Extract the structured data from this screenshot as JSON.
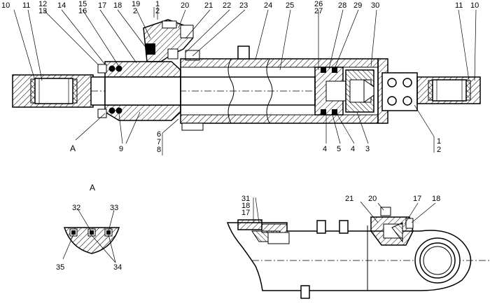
{
  "callouts": {
    "top": [
      "10",
      "11",
      "12",
      "13",
      "14",
      "15",
      "16",
      "17",
      "18",
      "19",
      "2",
      "1",
      "2",
      "20",
      "21",
      "22",
      "23",
      "24",
      "25",
      "26",
      "27",
      "28",
      "29",
      "30",
      "11",
      "10"
    ],
    "bottom_left": "A",
    "bottom_9": "9",
    "bottom_6": "6",
    "bottom_7": "7",
    "bottom_8": "8",
    "bottom_4a": "4",
    "bottom_5": "5",
    "bottom_4b": "4",
    "bottom_3": "3",
    "bottom_1": "1",
    "bottom_2": "2"
  },
  "detail_a": {
    "title": "А",
    "labels": {
      "l32": "32",
      "l33": "33",
      "l35": "35",
      "l34": "34"
    }
  },
  "detail_view": {
    "labels": {
      "l31": "31",
      "l18": "18",
      "l17": "17",
      "l21": "21",
      "l20": "20",
      "l17b": "17",
      "l18b": "18"
    }
  },
  "leader_a": "А"
}
